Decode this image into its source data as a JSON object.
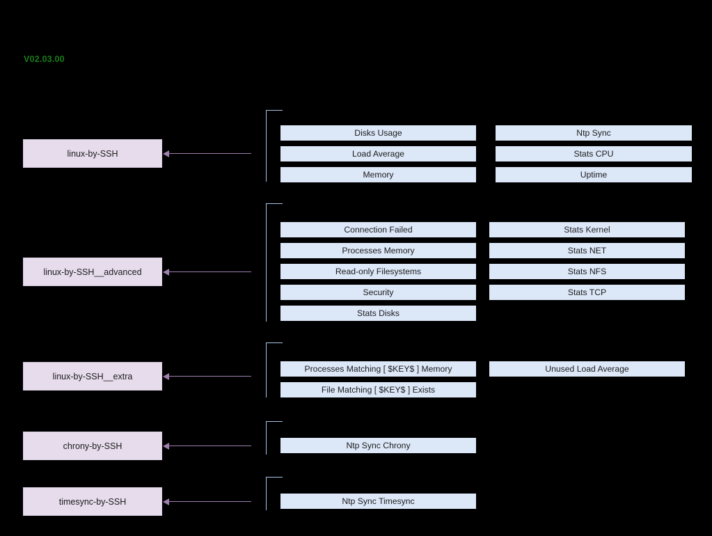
{
  "diagram": {
    "version_label": "V02.03.00",
    "colors": {
      "background": "#000000",
      "version_text": "#1a7a1a",
      "template_box_fill": "#e6dcec",
      "item_box_fill": "#dce7f8",
      "bracket_line": "#aac4e8",
      "arrow_line": "#9f7fb0",
      "text": "#1b1b1b"
    },
    "groups": [
      {
        "template_name": "linux-by-SSH",
        "columns": [
          {
            "items": [
              "Disks Usage",
              "Load Average",
              "Memory"
            ]
          },
          {
            "items": [
              "Ntp Sync",
              "Stats CPU",
              "Uptime"
            ]
          }
        ]
      },
      {
        "template_name": "linux-by-SSH__advanced",
        "columns": [
          {
            "items": [
              "Connection Failed",
              "Processes Memory",
              "Read-only Filesystems",
              "Security",
              "Stats Disks"
            ]
          },
          {
            "items": [
              "Stats Kernel",
              "Stats NET",
              "Stats NFS",
              "Stats TCP"
            ]
          }
        ]
      },
      {
        "template_name": "linux-by-SSH__extra",
        "columns": [
          {
            "items": [
              "Processes Matching [ $KEY$ ] Memory",
              "File Matching [ $KEY$ ] Exists"
            ]
          },
          {
            "items": [
              "Unused Load Average"
            ]
          }
        ]
      },
      {
        "template_name": "chrony-by-SSH",
        "columns": [
          {
            "items": [
              "Ntp Sync Chrony"
            ]
          },
          {
            "items": []
          }
        ]
      },
      {
        "template_name": "timesync-by-SSH",
        "columns": [
          {
            "items": [
              "Ntp Sync Timesync"
            ]
          },
          {
            "items": []
          }
        ]
      }
    ]
  }
}
